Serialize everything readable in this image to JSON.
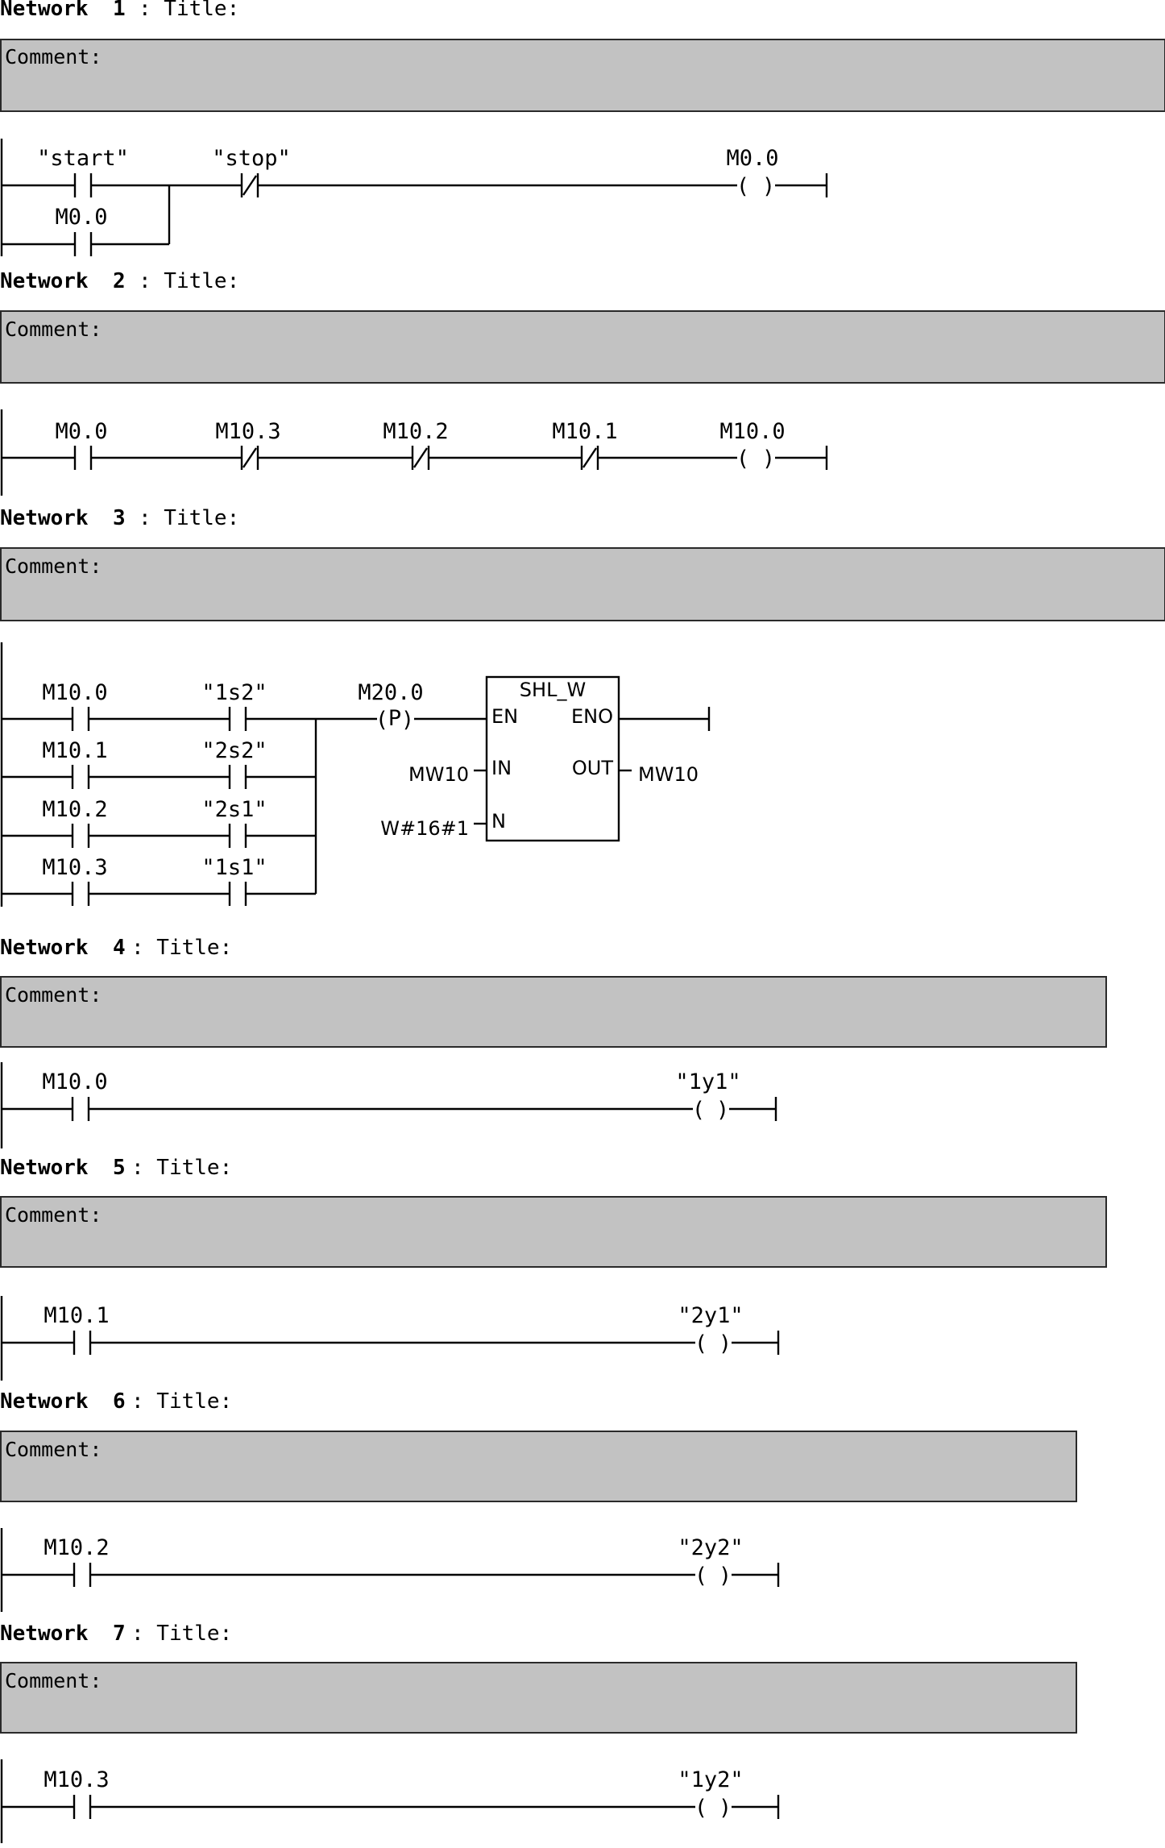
{
  "header_word": "Network",
  "title_label": ": Title:",
  "comment_label": "Comment:",
  "block": {
    "name": "SHL_W",
    "en": "EN",
    "eno": "ENO",
    "in": "IN",
    "out": "OUT",
    "n": "N",
    "in_value": "MW10",
    "out_value": "MW10",
    "n_value": "W#16#1"
  },
  "networks": [
    {
      "number": "1",
      "rungs": [
        [
          "\"start\"",
          "\"stop\""
        ],
        [
          "M0.0"
        ]
      ],
      "contact_types": [
        [
          "no",
          "nc"
        ],
        [
          "no"
        ]
      ],
      "coil": "M0.0",
      "coil_type": "normal"
    },
    {
      "number": "2",
      "rungs": [
        [
          "M0.0",
          "M10.3",
          "M10.2",
          "M10.1"
        ]
      ],
      "contact_types": [
        [
          "no",
          "nc",
          "nc",
          "nc"
        ]
      ],
      "coil": "M10.0",
      "coil_type": "normal"
    },
    {
      "number": "3",
      "rungs": [
        [
          "M10.0",
          "\"1s2\""
        ],
        [
          "M10.1",
          "\"2s2\""
        ],
        [
          "M10.2",
          "\"2s1\""
        ],
        [
          "M10.3",
          "\"1s1\""
        ]
      ],
      "contact_types": [
        [
          "no",
          "no"
        ],
        [
          "no",
          "no"
        ],
        [
          "no",
          "no"
        ],
        [
          "no",
          "no"
        ]
      ],
      "coil": "M20.0",
      "coil_type": "positive-edge",
      "coil_symbol": "P"
    },
    {
      "number": "4",
      "rungs": [
        [
          "M10.0"
        ]
      ],
      "contact_types": [
        [
          "no"
        ]
      ],
      "coil": "\"1y1\"",
      "coil_type": "normal"
    },
    {
      "number": "5",
      "rungs": [
        [
          "M10.1"
        ]
      ],
      "contact_types": [
        [
          "no"
        ]
      ],
      "coil": "\"2y1\"",
      "coil_type": "normal"
    },
    {
      "number": "6",
      "rungs": [
        [
          "M10.2"
        ]
      ],
      "contact_types": [
        [
          "no"
        ]
      ],
      "coil": "\"2y2\"",
      "coil_type": "normal"
    },
    {
      "number": "7",
      "rungs": [
        [
          "M10.3"
        ]
      ],
      "contact_types": [
        [
          "no"
        ]
      ],
      "coil": "\"1y2\"",
      "coil_type": "normal"
    }
  ]
}
